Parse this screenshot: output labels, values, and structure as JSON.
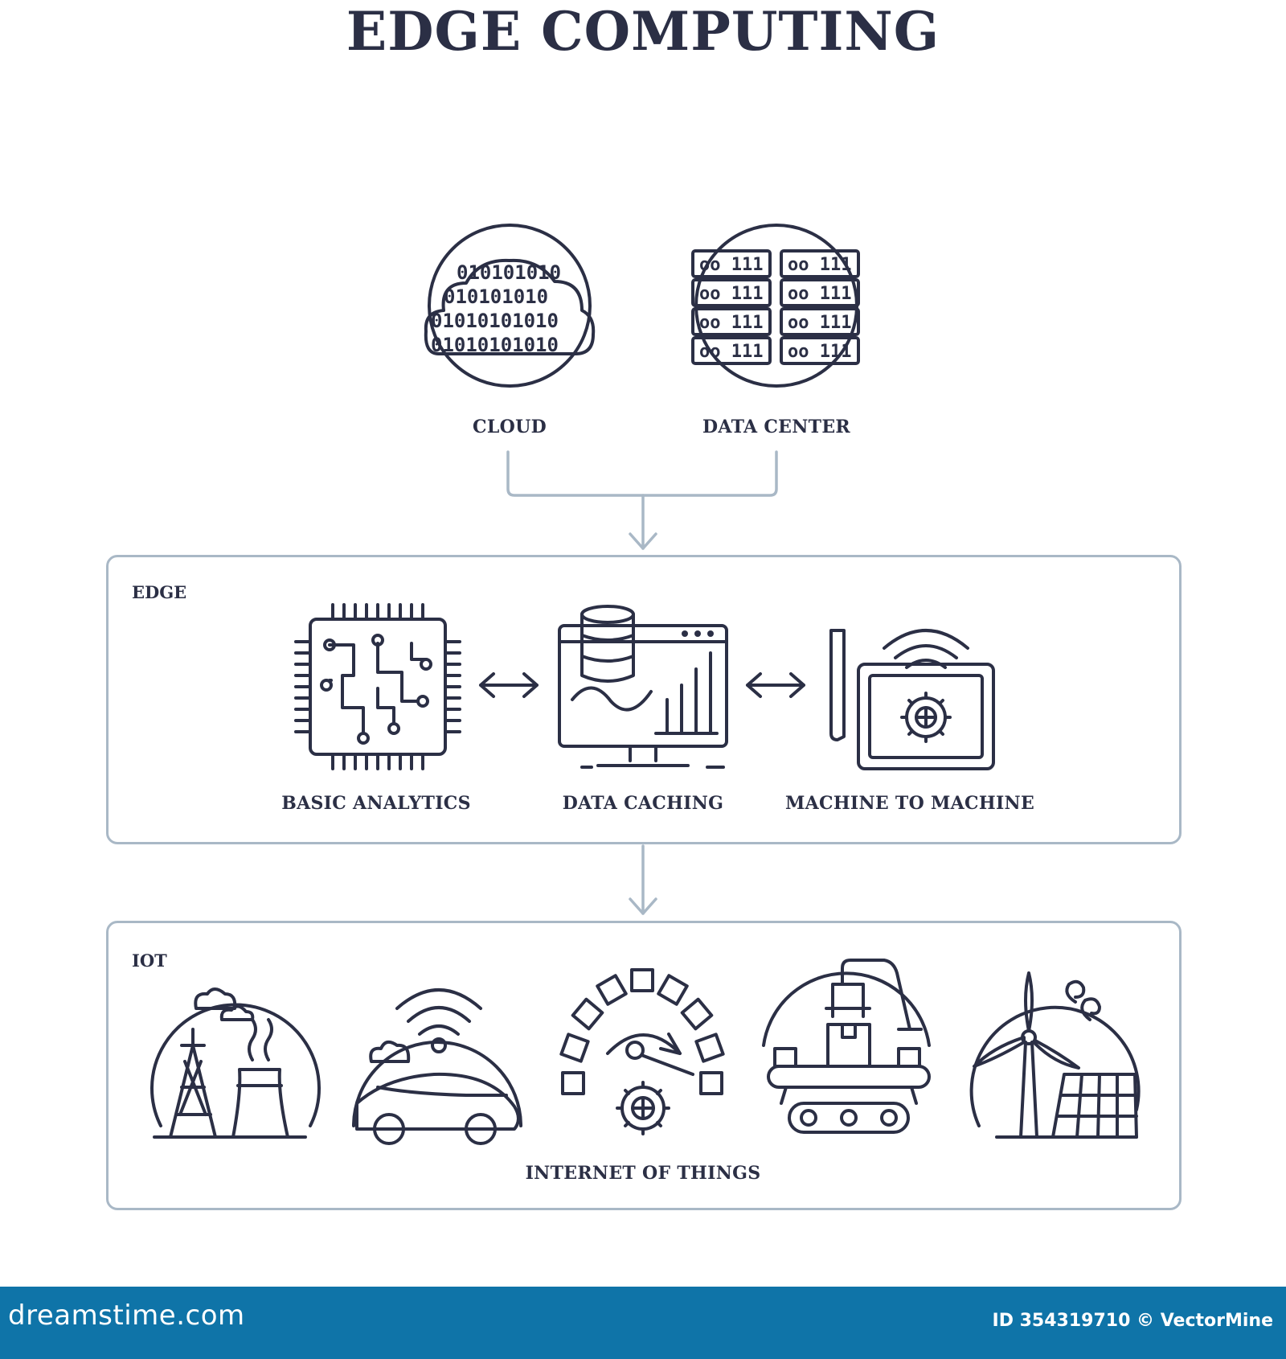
{
  "title": "EDGE COMPUTING",
  "sources": [
    {
      "label": "CLOUD",
      "icon": "cloud-binary-icon"
    },
    {
      "label": "DATA CENTER",
      "icon": "server-rack-icon"
    }
  ],
  "edge": {
    "label": "EDGE",
    "items": [
      {
        "label": "BASIC ANALYTICS",
        "icon": "circuit-chip-icon"
      },
      {
        "label": "DATA CACHING",
        "icon": "database-monitor-icon"
      },
      {
        "label": "MACHINE TO MACHINE",
        "icon": "router-gear-icon"
      }
    ]
  },
  "iot": {
    "label": "IOT",
    "caption": "INTERNET OF THINGS",
    "icons": [
      "power-plant-icon",
      "connected-car-icon",
      "speed-gauge-icon",
      "robot-arm-conveyor-icon",
      "renewable-energy-icon"
    ]
  },
  "footer": {
    "site": "dreamstime.com",
    "credit": "ID 354319710 © VectorMine"
  },
  "colors": {
    "ink": "#2b2f45",
    "panel_border": "#a9b8c6",
    "footer_bg": "#0f74a8"
  }
}
